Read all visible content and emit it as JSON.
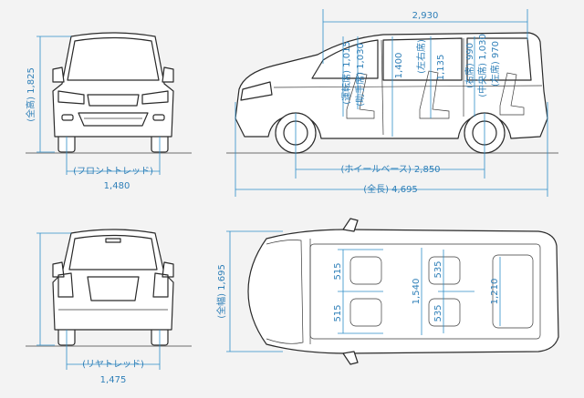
{
  "front": {
    "height_label": "(全高) 1,825",
    "tread_label": "(フロントトレッド)",
    "tread_value": "1,480"
  },
  "side": {
    "overall_roof": "2,930",
    "driver_seat": "(運転席) 1,015",
    "passenger_seat": "(助手席) 1,030",
    "center_height": "1,400",
    "left_right": "(左右席)",
    "left_right_value": "1,135",
    "right_seat": "(右席) 990",
    "middle_seat": "(中央席) 1,030",
    "left_seat": "(左席) 970",
    "wheelbase_label": "(ホイールベース) 2,850",
    "length_label": "(全長) 4,695"
  },
  "rear": {
    "width_label": "(全幅) 1,695",
    "tread_label": "(リヤトレッド)",
    "tread_value": "1,475"
  },
  "top": {
    "seat_gap_a": "515",
    "seat_gap_b": "515",
    "seat_gap_c": "535",
    "seat_gap_d": "535",
    "cabin_width": "1,540",
    "rear_width": "1,210"
  },
  "colors": {
    "dimension": "#2e8ec8",
    "line": "#2a2a2a",
    "background": "#f3f3f3"
  }
}
